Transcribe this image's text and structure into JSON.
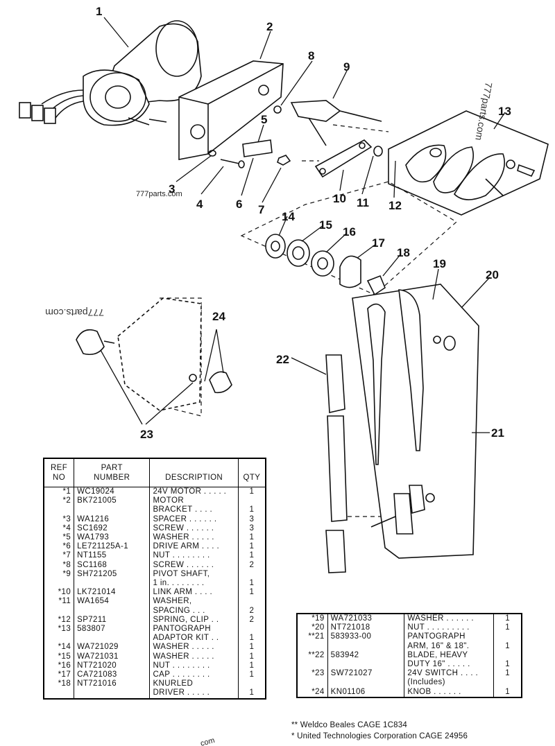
{
  "callouts": [
    "1",
    "2",
    "3",
    "4",
    "5",
    "6",
    "7",
    "8",
    "9",
    "10",
    "11",
    "12",
    "13",
    "14",
    "15",
    "16",
    "17",
    "18",
    "19",
    "20",
    "21",
    "22",
    "23",
    "24"
  ],
  "watermarks": {
    "main": "777parts.com",
    "rotated_top": "777parts.com",
    "mirrored": "777parts.com",
    "bottom": "com"
  },
  "table_left": {
    "headers": {
      "ref": "REF\nNO",
      "part": "PART\nNUMBER",
      "desc": "DESCRIPTION",
      "qty": "QTY"
    },
    "rows": [
      {
        "ref": "*1",
        "part": "WC19024",
        "desc": "24V MOTOR . . . . .",
        "qty": "1"
      },
      {
        "ref": "*2",
        "part": "BK721005",
        "desc": "MOTOR",
        "qty": ""
      },
      {
        "ref": "",
        "part": "",
        "desc": "BRACKET . . . .",
        "qty": "1"
      },
      {
        "ref": "*3",
        "part": "WA1216",
        "desc": "SPACER . . . . . .",
        "qty": "3"
      },
      {
        "ref": "*4",
        "part": "SC1692",
        "desc": "SCREW . . . . . .",
        "qty": "3"
      },
      {
        "ref": "*5",
        "part": "WA1793",
        "desc": "WASHER . . . . .",
        "qty": "1"
      },
      {
        "ref": "*6",
        "part": "LE721125A-1",
        "desc": "DRIVE ARM . . . .",
        "qty": "1"
      },
      {
        "ref": "*7",
        "part": "NT1155",
        "desc": "NUT . . . . . . . .",
        "qty": "1"
      },
      {
        "ref": "*8",
        "part": "SC1168",
        "desc": "SCREW . . . . . .",
        "qty": "2"
      },
      {
        "ref": "*9",
        "part": "SH721205",
        "desc": "PIVOT SHAFT,",
        "qty": ""
      },
      {
        "ref": "",
        "part": "",
        "desc": "1 in. . . . . . . .",
        "qty": "1"
      },
      {
        "ref": "*10",
        "part": "LK721014",
        "desc": "LINK ARM . . . .",
        "qty": "1"
      },
      {
        "ref": "*11",
        "part": "WA1654",
        "desc": "WASHER,",
        "qty": ""
      },
      {
        "ref": "",
        "part": "",
        "desc": "SPACING . . .",
        "qty": "2"
      },
      {
        "ref": "*12",
        "part": "SP7211",
        "desc": "SPRING, CLIP . .",
        "qty": "2"
      },
      {
        "ref": "*13",
        "part": "583807",
        "desc": "PANTOGRAPH",
        "qty": ""
      },
      {
        "ref": "",
        "part": "",
        "desc": "ADAPTOR KIT . .",
        "qty": "1"
      },
      {
        "ref": "*14",
        "part": "WA721029",
        "desc": "WASHER . . . . .",
        "qty": "1"
      },
      {
        "ref": "*15",
        "part": "WA721031",
        "desc": "WASHER . . . . .",
        "qty": "1"
      },
      {
        "ref": "*16",
        "part": "NT721020",
        "desc": "NUT . . . . . . . .",
        "qty": "1"
      },
      {
        "ref": "*17",
        "part": "CA721083",
        "desc": "CAP . . . . . . . .",
        "qty": "1"
      },
      {
        "ref": "*18",
        "part": "NT721016",
        "desc": "KNURLED",
        "qty": ""
      },
      {
        "ref": "",
        "part": "",
        "desc": "DRIVER . . . . .",
        "qty": "1"
      }
    ]
  },
  "table_right": {
    "rows": [
      {
        "ref": "*19",
        "part": "WA721033",
        "desc": "WASHER . . . . . .",
        "qty": "1"
      },
      {
        "ref": "*20",
        "part": "NT721018",
        "desc": "NUT . . . . . . . . .",
        "qty": "1"
      },
      {
        "ref": "**21",
        "part": "583933-00",
        "desc": "PANTOGRAPH",
        "qty": ""
      },
      {
        "ref": "",
        "part": "",
        "desc": "ARM, 16\" & 18\".",
        "qty": "1"
      },
      {
        "ref": "**22",
        "part": "583942",
        "desc": "BLADE, HEAVY",
        "qty": ""
      },
      {
        "ref": "",
        "part": "",
        "desc": "DUTY 16\" . . . . .",
        "qty": "1"
      },
      {
        "ref": "*23",
        "part": "SW721027",
        "desc": "24V SWITCH . . . .",
        "qty": "1"
      },
      {
        "ref": "",
        "part": "",
        "desc": "(Includes)",
        "qty": ""
      },
      {
        "ref": "*24",
        "part": "KN01106",
        "desc": "KNOB . . . . . .",
        "qty": "1"
      }
    ]
  },
  "footnotes": [
    "** Weldco Beales CAGE 1C834",
    "* United Technologies Corporation CAGE 24956"
  ]
}
